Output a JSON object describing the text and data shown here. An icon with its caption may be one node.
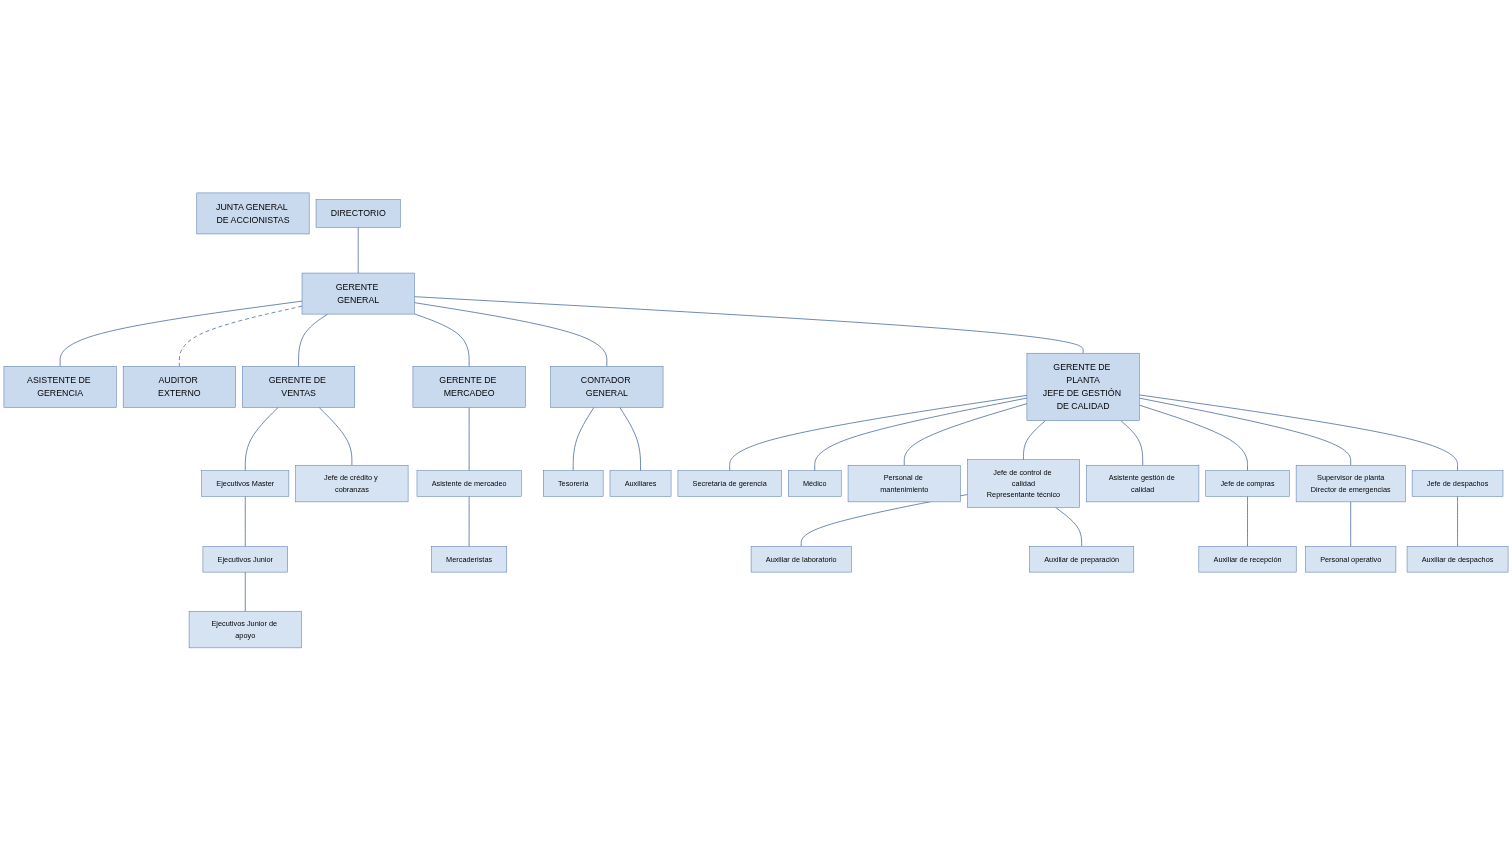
{
  "diagram": {
    "nodes": [
      {
        "text": [
          "JUNTA GENERAL DE ACCIONISTAS"
        ]
      },
      {
        "text": [
          "DIRECTORIO"
        ]
      },
      {
        "text": [
          "GERENTE GENERAL"
        ]
      },
      {
        "text": [
          "ASISTENTE DE GERENCIA"
        ]
      },
      {
        "text": [
          "AUDITOR EXTERNO"
        ]
      },
      {
        "text": [
          "GERENTE DE VENTAS"
        ]
      },
      {
        "text": [
          "GERENTE DE MERCADEO"
        ]
      },
      {
        "text": [
          "CONTADOR GENERAL"
        ]
      },
      {
        "text": [
          "GERENTE DE PLANTA",
          "JEFE DE GESTIÓN DE CALIDAD"
        ]
      },
      {
        "text": [
          "Secretaría de gerencia"
        ]
      },
      {
        "text": [
          "Ejecutivos Master"
        ]
      },
      {
        "text": [
          "Jefe de crédito y cobranzas"
        ]
      },
      {
        "text": [
          "Tesorería"
        ]
      },
      {
        "text": [
          "Médico"
        ]
      },
      {
        "text": [
          "Personal de mantenimiento"
        ]
      },
      {
        "text": [
          "Jefe de control de calidad",
          "Representante técnico"
        ]
      },
      {
        "text": [
          "Asistente gestión de calidad"
        ]
      },
      {
        "text": [
          "Ejecutivos Junior"
        ]
      },
      {
        "text": [
          "Asistente de mercadeo"
        ]
      },
      {
        "text": [
          "Jefe de compras"
        ]
      },
      {
        "text": [
          "Supervisor de planta",
          "Director de emergencias"
        ]
      },
      {
        "text": [
          "Jefe de despachos"
        ]
      },
      {
        "text": [
          "Auxiliar de laboratorio"
        ]
      },
      {
        "text": [
          "Auxiliar de preparación"
        ]
      },
      {
        "text": [
          "Ejecutivos Junior de apoyo"
        ]
      },
      {
        "text": [
          "Mercaderistas"
        ]
      },
      {
        "text": [
          "Auxiliares"
        ]
      },
      {
        "text": [
          "Auxiliar de recepción"
        ]
      },
      {
        "text": [
          "Personal operativo"
        ]
      },
      {
        "text": [
          "Auxiliar de despachos"
        ]
      }
    ],
    "edges": [
      {
        "from": 1,
        "to": 2,
        "arrow": "none"
      },
      {
        "from": 2,
        "to": 3,
        "arrow": "none"
      },
      {
        "from": 2,
        "to": 4,
        "arrow": "none",
        "style": "dashed"
      },
      {
        "from": 2,
        "to": 5,
        "arrow": "none"
      },
      {
        "from": 2,
        "to": 6,
        "arrow": "none"
      },
      {
        "from": 2,
        "to": 7,
        "arrow": "none"
      },
      {
        "from": 2,
        "to": 8,
        "arrow": "none"
      },
      {
        "from": 8,
        "to": 9,
        "arrow": "none"
      },
      {
        "from": 5,
        "to": 10,
        "arrow": "none"
      },
      {
        "from": 5,
        "to": 11,
        "arrow": "none"
      },
      {
        "from": 7,
        "to": 12,
        "arrow": "none"
      },
      {
        "from": 8,
        "to": 13,
        "arrow": "none"
      },
      {
        "from": 8,
        "to": 14,
        "arrow": "none"
      },
      {
        "from": 8,
        "to": 15,
        "arrow": "none"
      },
      {
        "from": 8,
        "to": 16,
        "arrow": "none"
      },
      {
        "from": 10,
        "to": 17,
        "arrow": "none"
      },
      {
        "from": 6,
        "to": 18,
        "arrow": "none"
      },
      {
        "from": 8,
        "to": 19,
        "arrow": "none"
      },
      {
        "from": 8,
        "to": 20,
        "arrow": "none"
      },
      {
        "from": 8,
        "to": 21,
        "arrow": "none"
      },
      {
        "from": 15,
        "to": 22,
        "arrow": "none"
      },
      {
        "from": 15,
        "to": 23,
        "arrow": "none"
      },
      {
        "from": 17,
        "to": 24,
        "arrow": "none"
      },
      {
        "from": 18,
        "to": 25,
        "arrow": "none"
      },
      {
        "from": 7,
        "to": 26,
        "arrow": "none"
      },
      {
        "from": 19,
        "to": 27,
        "arrow": "none"
      },
      {
        "from": 20,
        "to": 28,
        "arrow": "none"
      },
      {
        "from": 21,
        "to": 29,
        "arrow": "none"
      }
    ]
  }
}
